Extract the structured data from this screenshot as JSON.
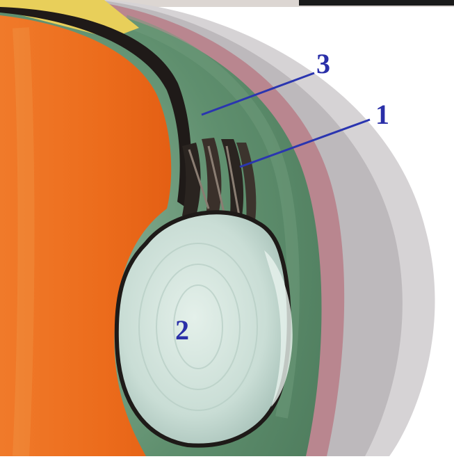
{
  "labels": {
    "label_1": "1",
    "label_2": "2",
    "label_3": "3"
  },
  "colors": {
    "label": "#2a2fa8",
    "leader_line": "#2a35b0",
    "vitreous_orange": "#ee6a1e",
    "lens": "#cfe3dc",
    "iris_green": "#5f8f6e",
    "cornea_gray": "#c9c6c8",
    "sclera_pink": "#b9868f",
    "ciliary_dark": "#2a2420"
  }
}
